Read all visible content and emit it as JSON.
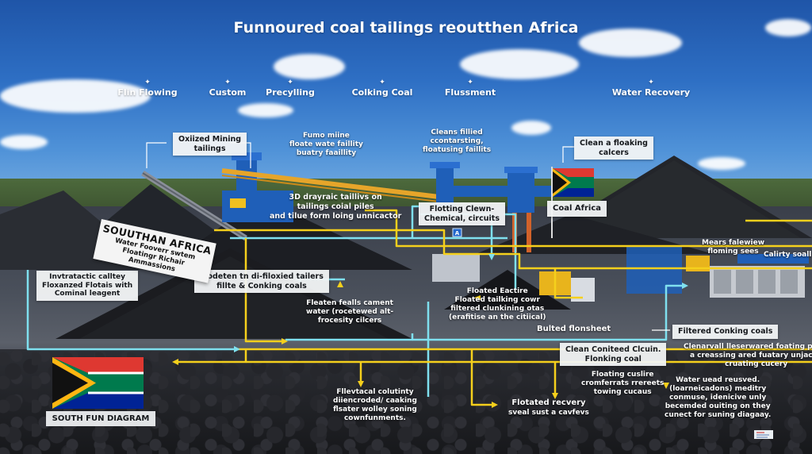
{
  "title": "Funnoured coal tailings reoutthen Africa",
  "stages": [
    {
      "label": "Flin Flowing"
    },
    {
      "label": "Custom"
    },
    {
      "label": "Precylling"
    },
    {
      "label": "Colking Coal"
    },
    {
      "label": "Flussment"
    },
    {
      "label": "Water Recovery"
    }
  ],
  "callouts": {
    "oxidized_tailings": {
      "line1": "Oxiized Mining",
      "line2": "tailings"
    },
    "clean_floaking": {
      "line1": "Clean a floaking",
      "line2": "calcers"
    },
    "flotting_circuits": {
      "line1": "Flotting Clewn-",
      "line2": "Chemical, circuits"
    },
    "coal_africa": {
      "line1": "Coal Africa"
    },
    "modeten_tailers": {
      "line1": "Modeten tn di-filoxied tailers",
      "line2": "fillte & Conking coals"
    },
    "invtratactic": {
      "line1": "Invtratactic calltey",
      "line2": "Floxanzed Flotais with",
      "line3": "Cominal leagent"
    },
    "filtered_conking": {
      "line1": "Filtered Conking coals"
    },
    "clean_coniteed": {
      "line1": "Clean Coniteed Clcuin.",
      "line2": "Flonking coal"
    },
    "calirty_soall": {
      "line1": "Calirty soall"
    }
  },
  "sign": {
    "heading": "SOUUTHAN AFRICA",
    "line1": "Water Fooverr swtem",
    "line2": "Floatingr Richair Ammassions"
  },
  "notes": {
    "fumo_mine": {
      "line1": "Fumo miine",
      "line2": "floate wate faillity",
      "line3": "buatry faaillity"
    },
    "cleans_fillied": {
      "line1": "Cleans fillied",
      "line2": "ccontarsting,",
      "line3": "floatusing faillits"
    },
    "drayraic": {
      "line1": "3D drayraic taillivs on",
      "line2": "tailings coial piles",
      "line3": "and tilue form loing unnicactor"
    },
    "fleaten": {
      "line1": "Fleaten fealls cament",
      "line2": "water (rocetewed alt-",
      "line3": "frocesity cilcers"
    },
    "floated_factire": {
      "line1": "Floated Eactire",
      "line2": "Floated tailking cowr",
      "line3": "filtered clunkining otas",
      "line4": "(erafitise an the citiical)"
    },
    "bulted_flonsheet": {
      "line1": "Bulted flonsheet"
    },
    "mears_falewiew": {
      "line1": "Mears falewiew",
      "line2": "floming sees"
    },
    "clenarvall": {
      "line1": "Clenarvall lleserwared foating paills",
      "line2": "a creassing ared fuatary unjacy -",
      "line3": "cruating cucery"
    },
    "floating_cuslire": {
      "line1": "Floating cuslire",
      "line2": "cromferrats rrereets",
      "line3": "towing cucaus"
    },
    "water_uead": {
      "line1": "Water uead reusved.",
      "line2": "(loarneicadons) meditry",
      "line3": "conmuse, idenicive unly",
      "line4": "becemded ouiting on they",
      "line5": "cunect for suning diagaay."
    },
    "flevtacal": {
      "line1": "Fllevtacal colutinty",
      "line2": "diiencroded/ caaking",
      "line3": "flsater wolley soning",
      "line4": "cownfunments."
    },
    "flotated_recvery": {
      "line1": "Flotated recvery",
      "line2": "sveal sust a cavfevs"
    }
  },
  "marker_label": "A",
  "footer_label": "SOUTH FUN DIAGRAM",
  "colors": {
    "flow_yellow": "#f5d01c",
    "flow_cyan": "#7fe0ef",
    "sa_green": "#007a4d",
    "sa_red": "#de3831",
    "sa_blue": "#002395",
    "sa_gold": "#ffb612",
    "machine_blue": "#1f5fb8",
    "conveyor_orange": "#e6a52a"
  }
}
